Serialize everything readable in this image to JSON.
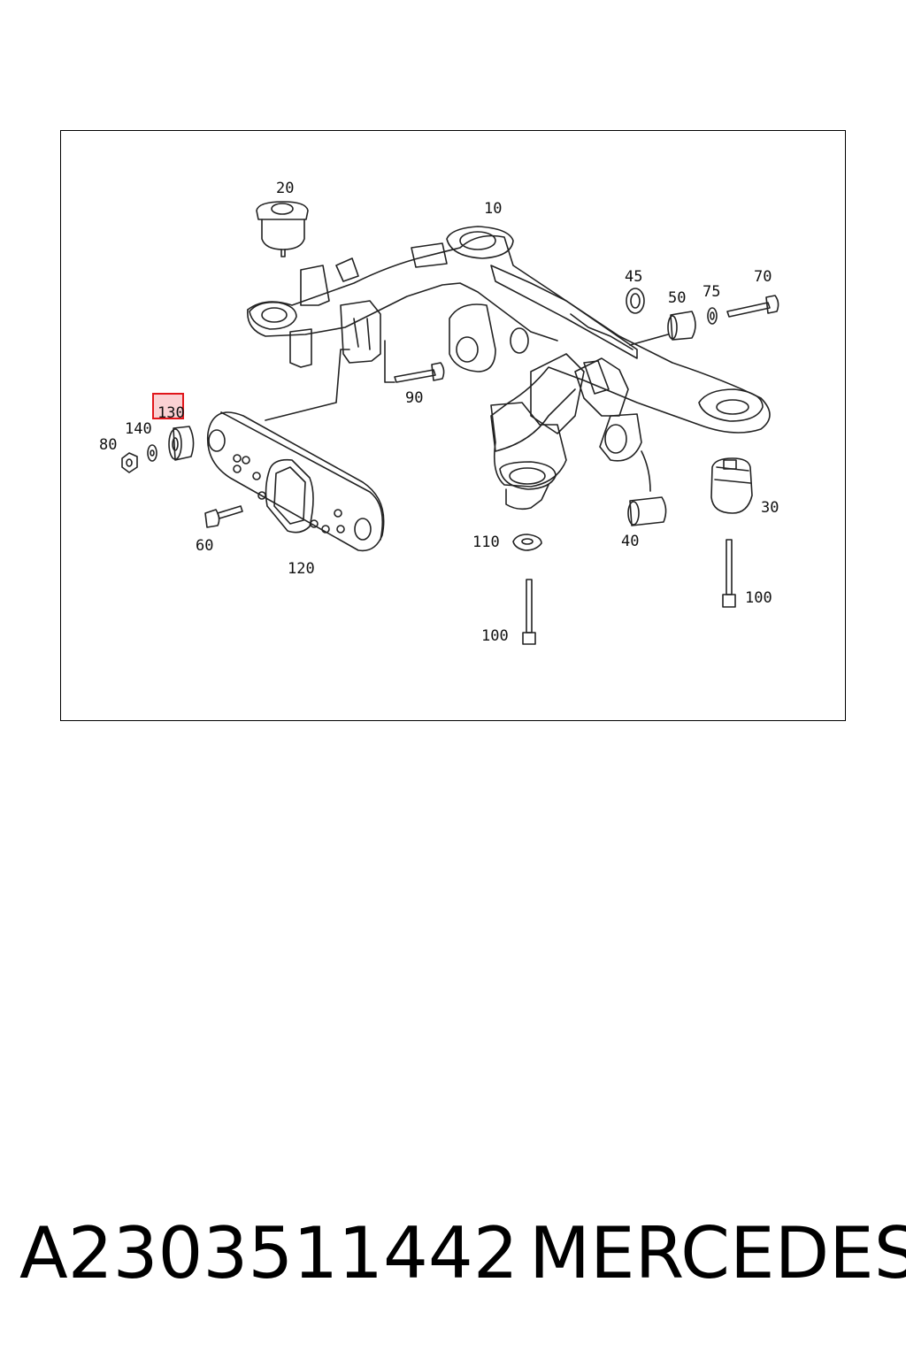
{
  "diagram": {
    "labels": {
      "p10": "10",
      "p20": "20",
      "p30": "30",
      "p40": "40",
      "p45": "45",
      "p50": "50",
      "p60": "60",
      "p70": "70",
      "p75": "75",
      "p80": "80",
      "p90": "90",
      "p100a": "100",
      "p100b": "100",
      "p110": "110",
      "p120": "120",
      "p130": "130",
      "p140": "140"
    },
    "highlighted_part": "130",
    "highlight_color": "#e0161b"
  },
  "footer": {
    "part_number": "A2303511442",
    "brand": "MERCEDES"
  }
}
